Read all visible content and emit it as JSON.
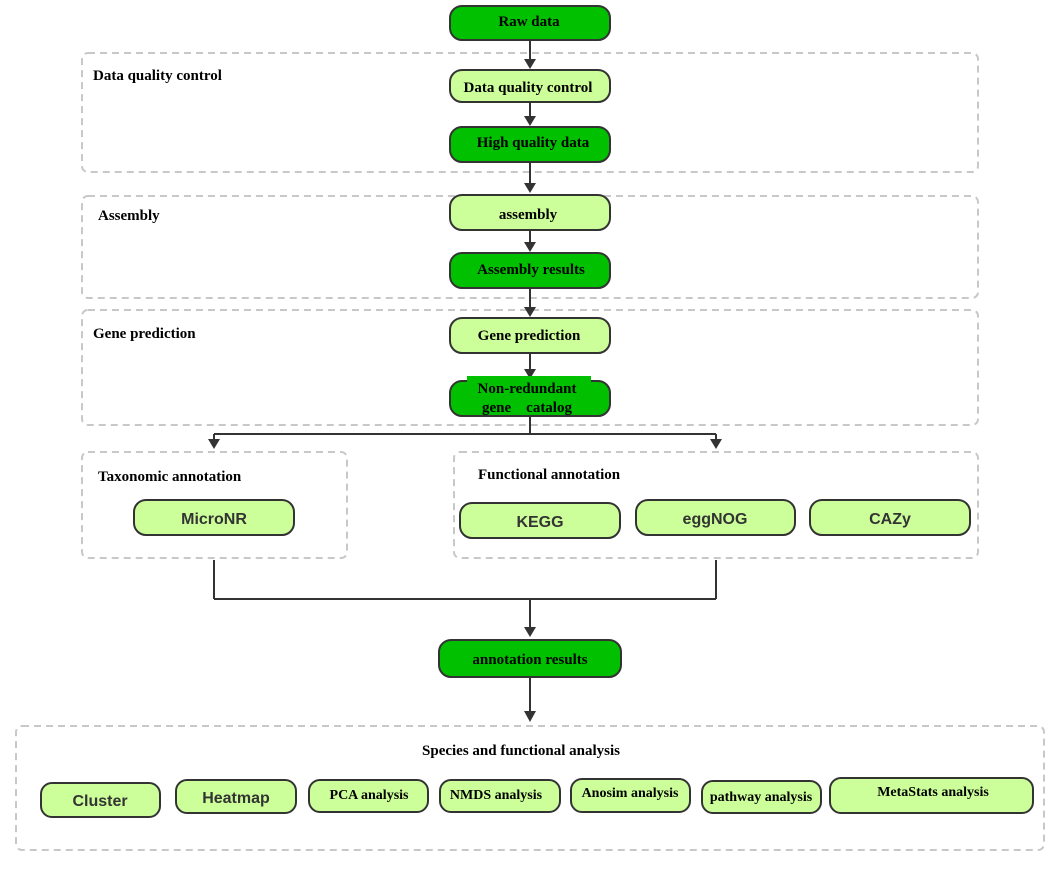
{
  "top": {
    "raw_data": "Raw data"
  },
  "groups": {
    "qc": {
      "label": "Data quality control",
      "step": "Data quality control",
      "result": "High quality data"
    },
    "assembly": {
      "label": "Assembly",
      "step": "assembly",
      "result": "Assembly results"
    },
    "gene": {
      "label": "Gene prediction",
      "step": "Gene prediction",
      "result_line1": "Non-redundant",
      "result_line2": "gene    catalog"
    },
    "taxonomic": {
      "label": "Taxonomic annotation",
      "items": [
        "MicroNR"
      ]
    },
    "functional": {
      "label": "Functional annotation",
      "items": [
        "KEGG",
        "eggNOG",
        "CAZy"
      ]
    },
    "annotation_results": "annotation results",
    "analysis": {
      "label": "Species and functional analysis",
      "items": [
        "Cluster",
        "Heatmap",
        "PCA analysis",
        "NMDS analysis",
        "Anosim analysis",
        "pathway analysis",
        "MetaStats analysis"
      ]
    }
  },
  "colors": {
    "dark_green": "#00c000",
    "light_green": "#ccff99",
    "border": "#333333",
    "group_border": "#c8c8c8"
  }
}
